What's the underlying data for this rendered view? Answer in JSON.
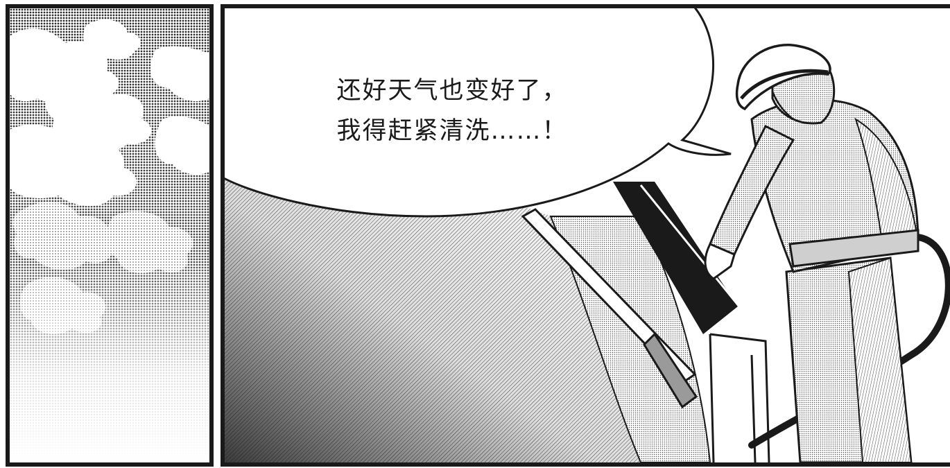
{
  "comic": {
    "panels": [
      {
        "id": "sky",
        "content": "cloudy-sky"
      },
      {
        "id": "main",
        "content": "man-in-helmet-washing-boat"
      }
    ],
    "speech_bubble": {
      "lines": [
        "还好天气也变好了，",
        "我得赶紧清洗……！"
      ]
    }
  },
  "colors": {
    "ink": "#1a1a1a",
    "paper": "#ffffff",
    "screentone_dark": "#6f6f6f",
    "screentone_mid": "#a9a9a9",
    "screentone_light": "#d4d4d4"
  }
}
